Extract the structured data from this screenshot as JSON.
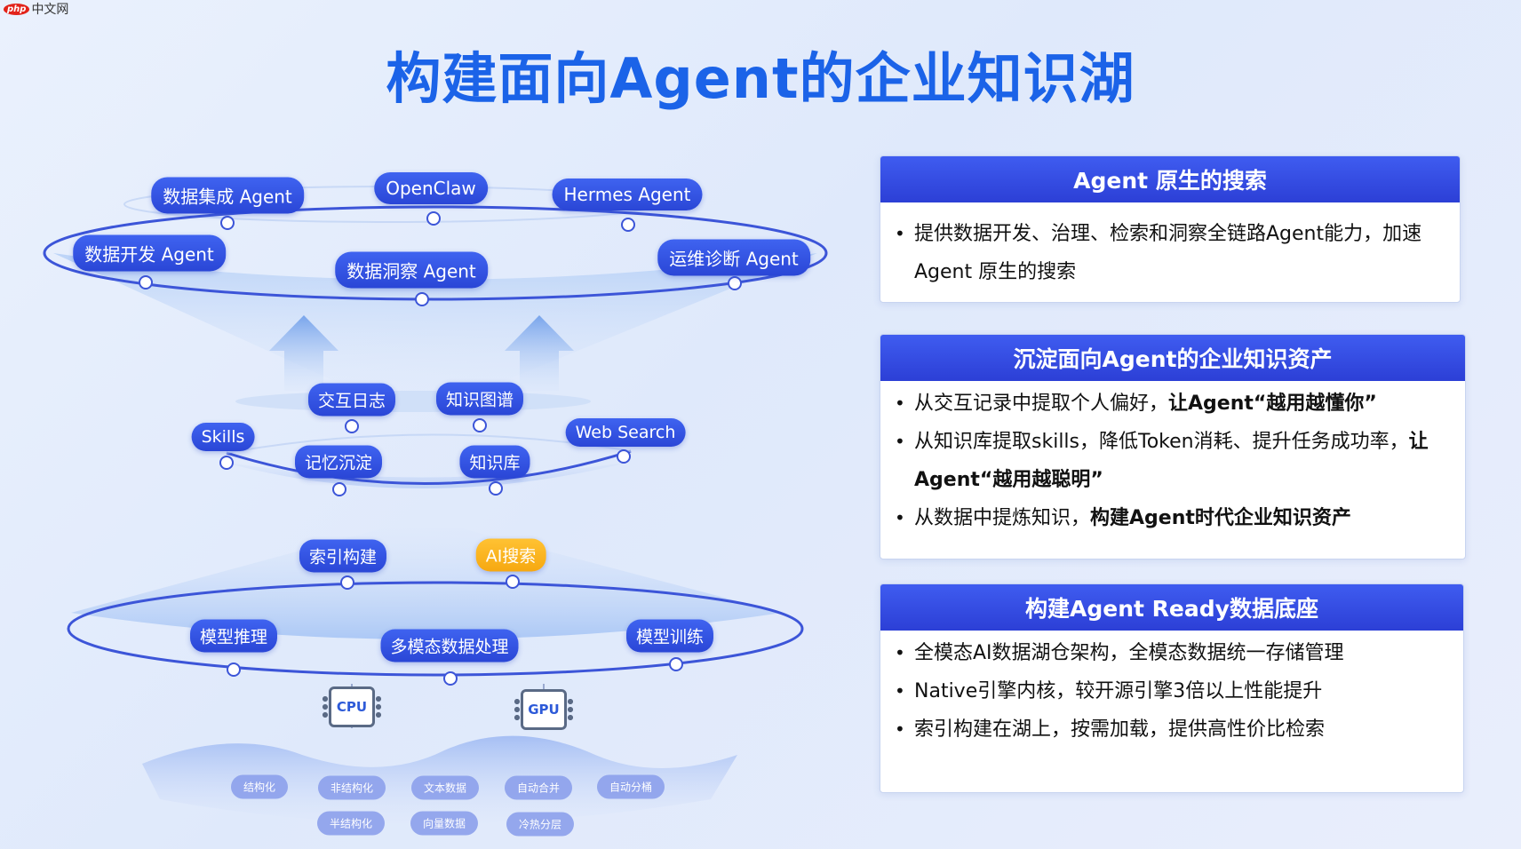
{
  "watermark": {
    "logo": "php",
    "text": "中文网"
  },
  "title": "构建面向Agent的企业知识湖",
  "diagram": {
    "top_layer": [
      "数据集成 Agent",
      "OpenClaw",
      "Hermes Agent",
      "数据开发 Agent",
      "数据洞察 Agent",
      "运维诊断 Agent"
    ],
    "middle_layer": [
      "交互日志",
      "知识图谱",
      "Skills",
      "Web Search",
      "记忆沉淀",
      "知识库"
    ],
    "lower_layer": [
      "索引构建",
      "AI搜索",
      "模型推理",
      "多模态数据处理",
      "模型训练"
    ],
    "chips": [
      "CPU",
      "GPU"
    ],
    "base_layer": [
      "结构化",
      "非结构化",
      "文本数据",
      "自动合并",
      "自动分桶",
      "半结构化",
      "向量数据",
      "冷热分层"
    ]
  },
  "cards": [
    {
      "title": "Agent 原生的搜索",
      "items": [
        {
          "plain": "提供数据开发、治理、检索和洞察全链路Agent能力，加速Agent 原生的搜索",
          "bold": ""
        }
      ]
    },
    {
      "title": "沉淀面向Agent的企业知识资产",
      "items": [
        {
          "plain": "从交互记录中提取个人偏好，",
          "bold": "让Agent“越用越懂你”"
        },
        {
          "plain": "从知识库提取skills，降低Token消耗、提升任务成功率，",
          "bold": "让Agent“越用越聪明”"
        },
        {
          "plain": "从数据中提炼知识，",
          "bold": "构建Agent时代企业知识资产"
        }
      ]
    },
    {
      "title": "构建Agent Ready数据底座",
      "items": [
        {
          "plain": "全模态AI数据湖仓架构，全模态数据统一存储管理",
          "bold": ""
        },
        {
          "plain": "Native引擎内核，较开源引擎3倍以上性能提升",
          "bold": ""
        },
        {
          "plain": "索引构建在湖上，按需加载，提供高性价比检索",
          "bold": ""
        }
      ]
    }
  ],
  "colors": {
    "title": "#1b63e8",
    "pill": "#2f4fe0",
    "accent_pill": "#f6a811",
    "ring": "#3c55d8"
  }
}
